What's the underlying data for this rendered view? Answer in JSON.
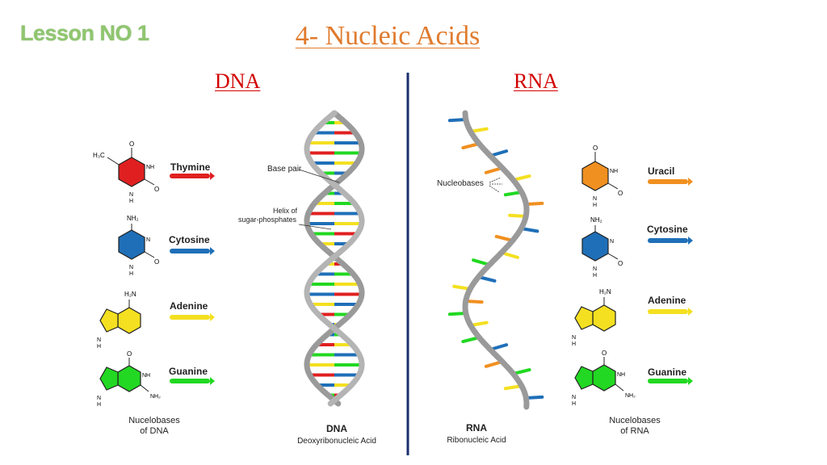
{
  "header": {
    "lesson": "Lesson NO 1",
    "title": "4- Nucleic Acids"
  },
  "dna_panel": {
    "heading": "DNA",
    "bases": [
      {
        "name": "Thymine",
        "color": "#e02020",
        "sub": "H₃C"
      },
      {
        "name": "Cytosine",
        "color": "#1f6fb8",
        "sub": "NH₂"
      },
      {
        "name": "Adenine",
        "color": "#f4e020",
        "sub": "H₂N"
      },
      {
        "name": "Guanine",
        "color": "#22d822",
        "sub": "NH₂"
      }
    ],
    "caption": [
      "Nucelobases",
      "of DNA"
    ],
    "helix_title": "DNA",
    "helix_subtitle": "Deoxyribonucleic Acid",
    "label_base_pair": "Base pair",
    "label_helix": [
      "Helix of",
      "sugar-phosphates"
    ]
  },
  "rna_panel": {
    "heading": "RNA",
    "bases": [
      {
        "name": "Uracil",
        "color": "#f09020"
      },
      {
        "name": "Cytosine",
        "color": "#1f6fb8"
      },
      {
        "name": "Adenine",
        "color": "#f4e020"
      },
      {
        "name": "Guanine",
        "color": "#22d822"
      }
    ],
    "caption": [
      "Nucelobases",
      "of RNA"
    ],
    "helix_title": "RNA",
    "helix_subtitle": "Ribonucleic Acid",
    "label_nucleobases": "Nucleobases"
  },
  "divider_color": "#1a2f6e",
  "backbone_color": "#9a9a9a"
}
